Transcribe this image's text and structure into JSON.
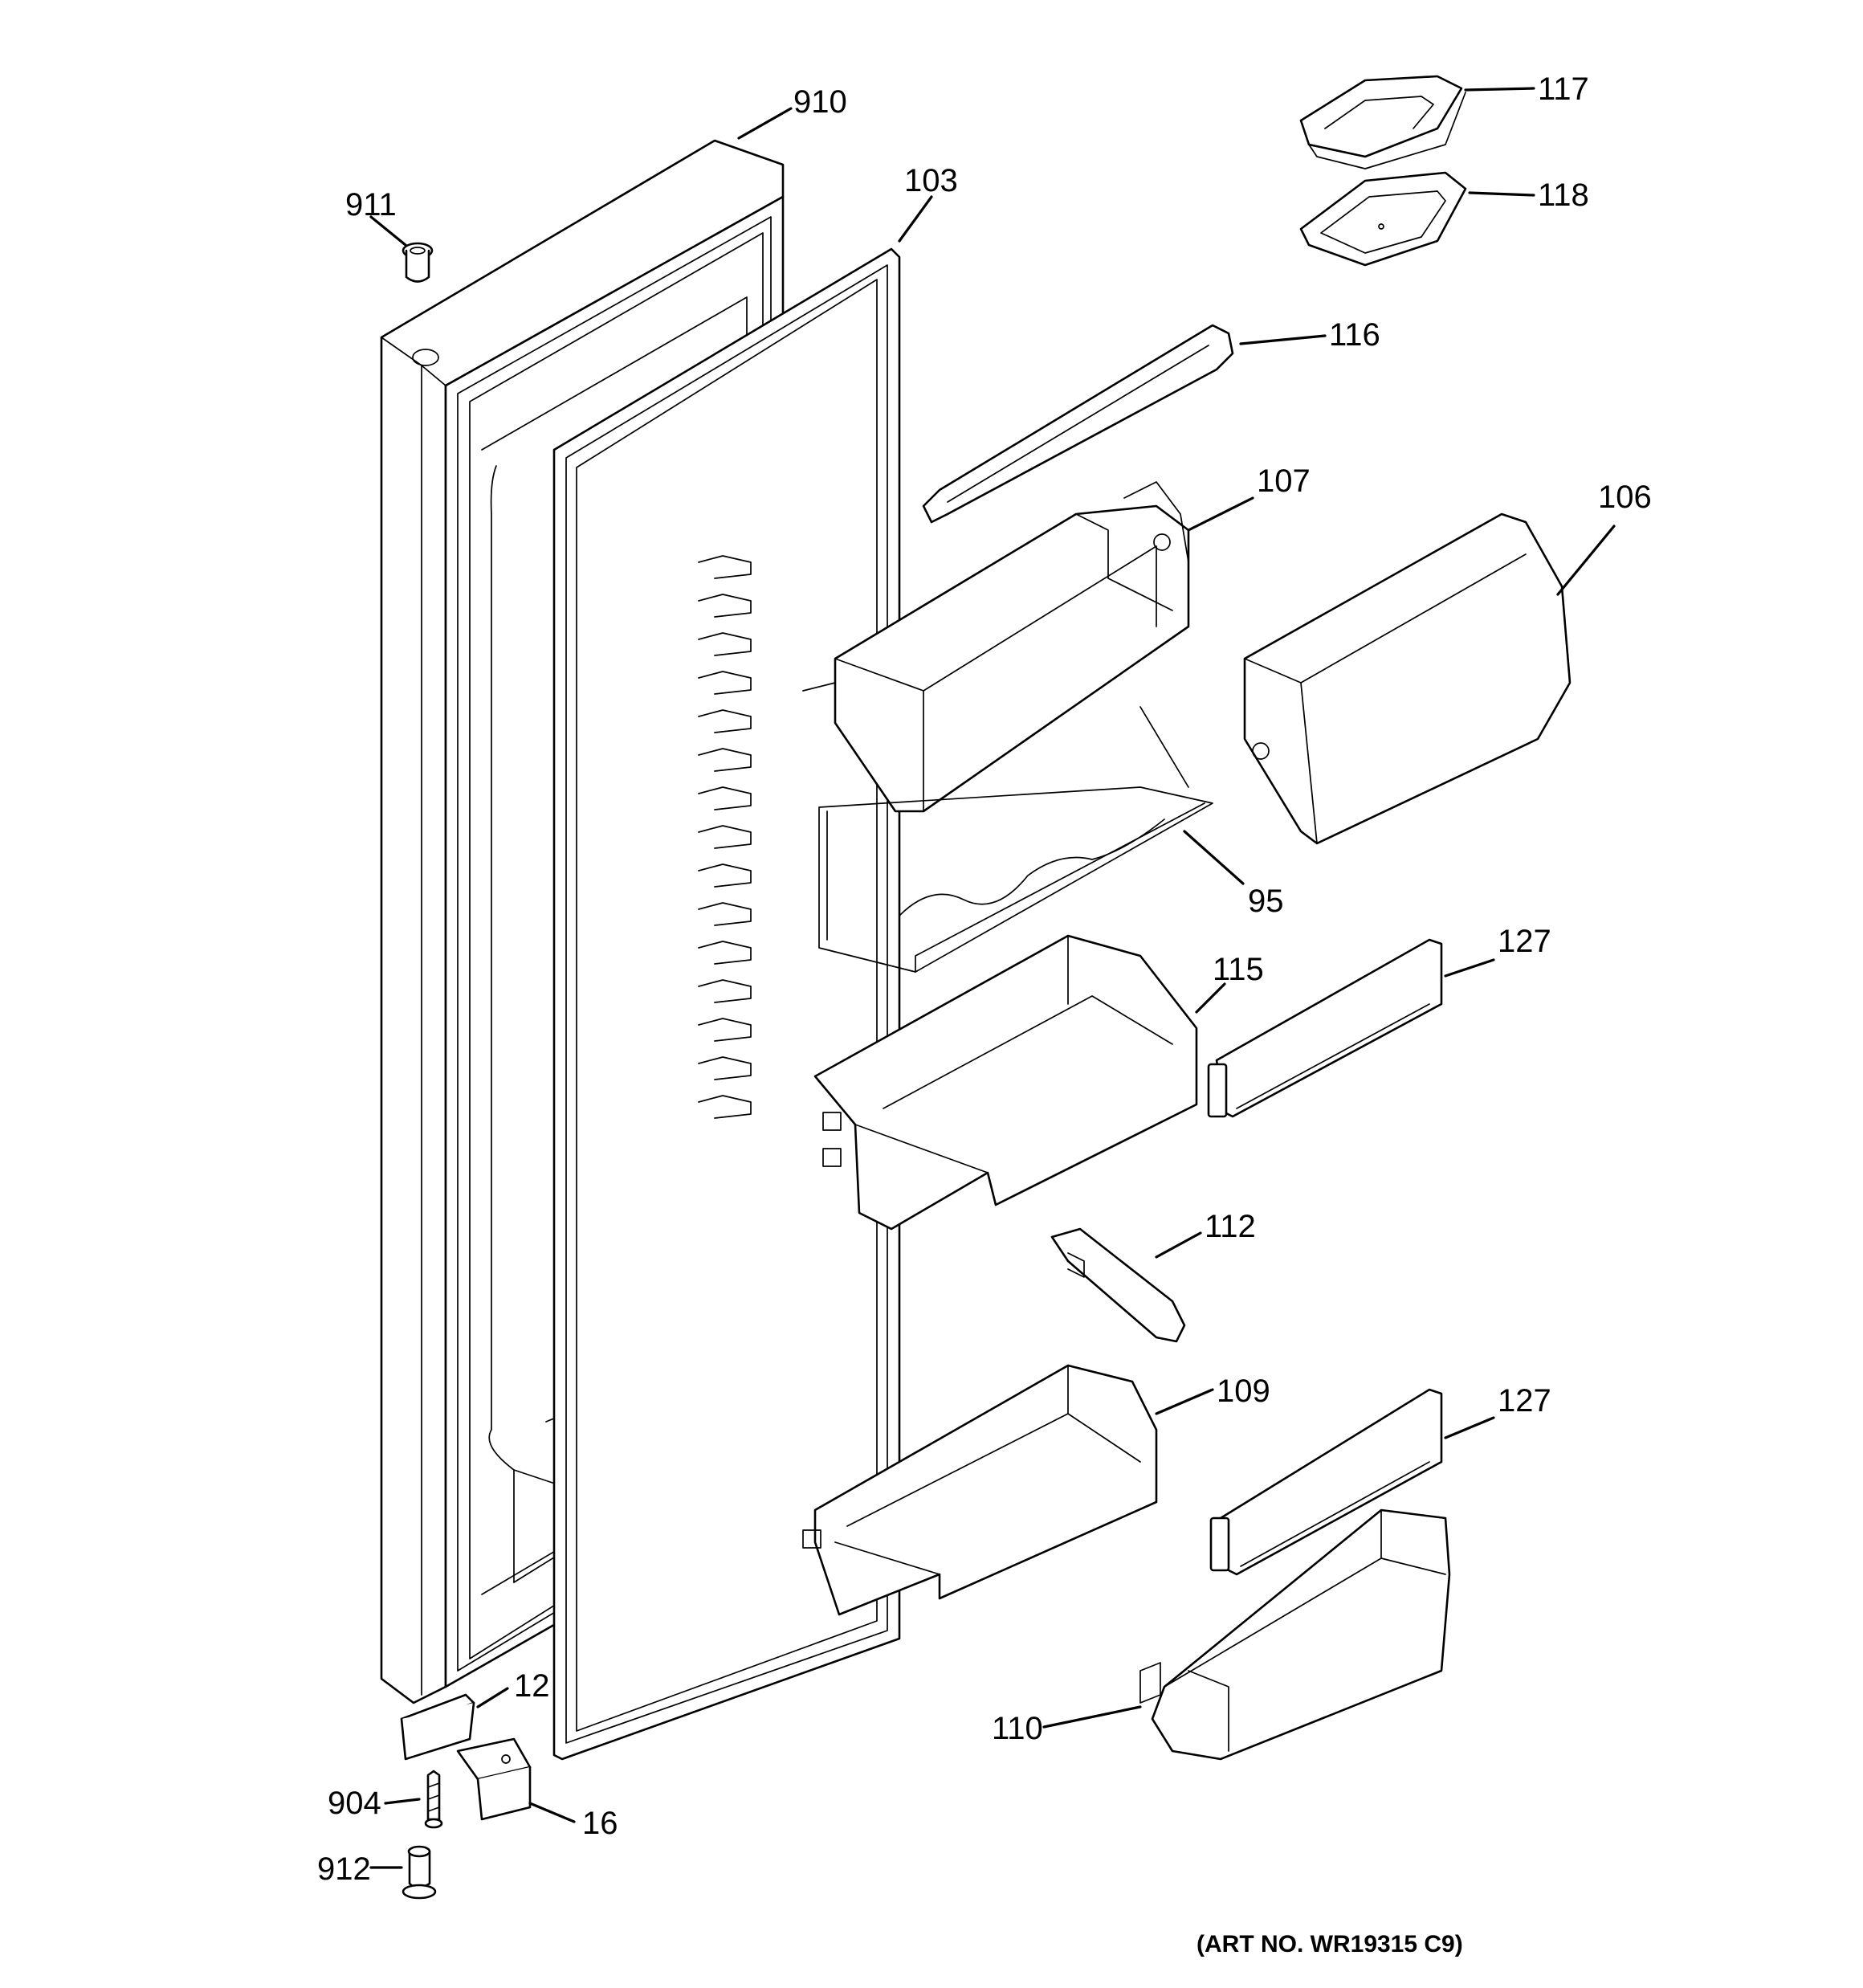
{
  "callouts": {
    "p910": "910",
    "p911": "911",
    "p103": "103",
    "p117": "117",
    "p118": "118",
    "p116": "116",
    "p107": "107",
    "p106": "106",
    "p95": "95",
    "p115": "115",
    "p127a": "127",
    "p112": "112",
    "p109": "109",
    "p127b": "127",
    "p110": "110",
    "p12": "12",
    "p904": "904",
    "p16": "16",
    "p912": "912"
  },
  "art_number": "(ART NO. WR19315 C9)"
}
